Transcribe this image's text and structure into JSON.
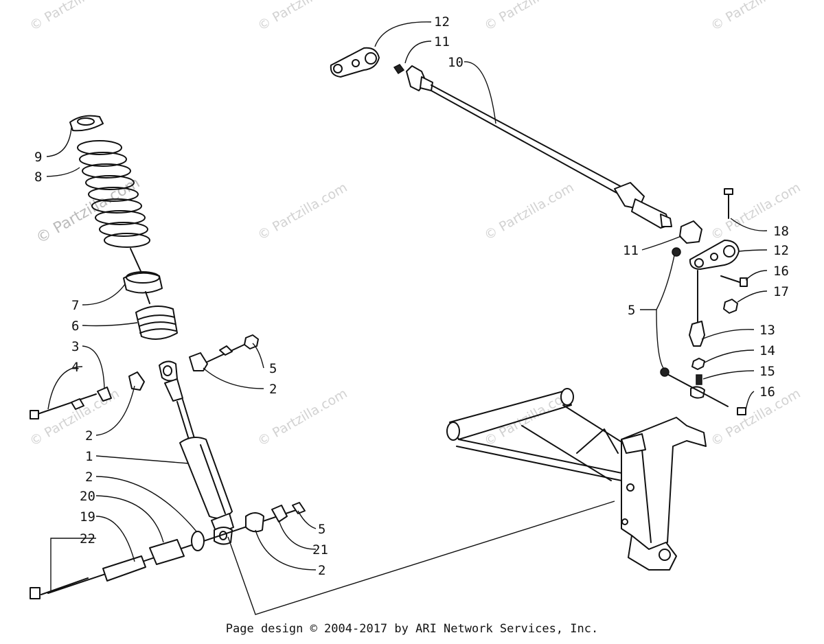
{
  "watermark": "© Partzilla.com",
  "footer": "Page design © 2004-2017 by ARI Network Services, Inc.",
  "callouts": [
    "12",
    "11",
    "10",
    "9",
    "8",
    "18",
    "11",
    "12",
    "16",
    "17",
    "5",
    "13",
    "14",
    "15",
    "16",
    "7",
    "6",
    "3",
    "4",
    "5",
    "2",
    "2",
    "1",
    "2",
    "20",
    "19",
    "22",
    "5",
    "21",
    "2"
  ]
}
